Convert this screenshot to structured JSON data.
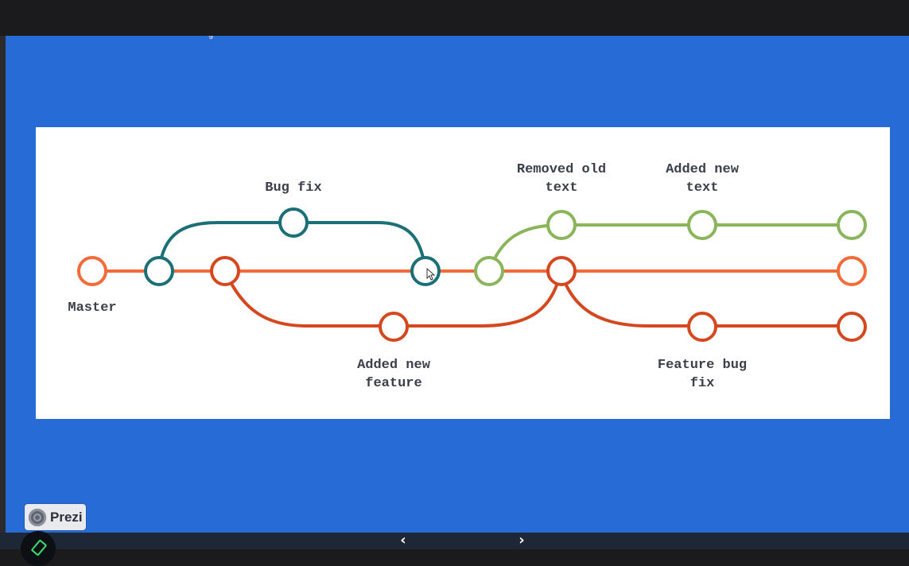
{
  "slide": {
    "labels": {
      "master": "Master",
      "bug_fix": "Bug fix",
      "added_new_feature_1": "Added new",
      "added_new_feature_2": "feature",
      "removed_old_text_1": "Removed old",
      "removed_old_text_2": "text",
      "added_new_text_1": "Added new",
      "added_new_text_2": "text",
      "feature_bug_fix_1": "Feature bug",
      "feature_bug_fix_2": "fix"
    },
    "colors": {
      "master": "#f26b3a",
      "bugfix": "#1b6f77",
      "feature": "#d4481f",
      "text_branch": "#8ab55a",
      "label_text": "#3a3f4a",
      "background": "#276cd6"
    }
  },
  "overlay": {
    "top_stray": "g",
    "prezi_label": "Prezi",
    "prev_glyph": "‹",
    "next_glyph": "›"
  },
  "icons": {
    "prezi_logo": "prezi-logo-icon",
    "pen": "pen-icon",
    "cursor": "mouse-cursor-icon",
    "prev": "chevron-left-icon",
    "next": "chevron-right-icon"
  }
}
